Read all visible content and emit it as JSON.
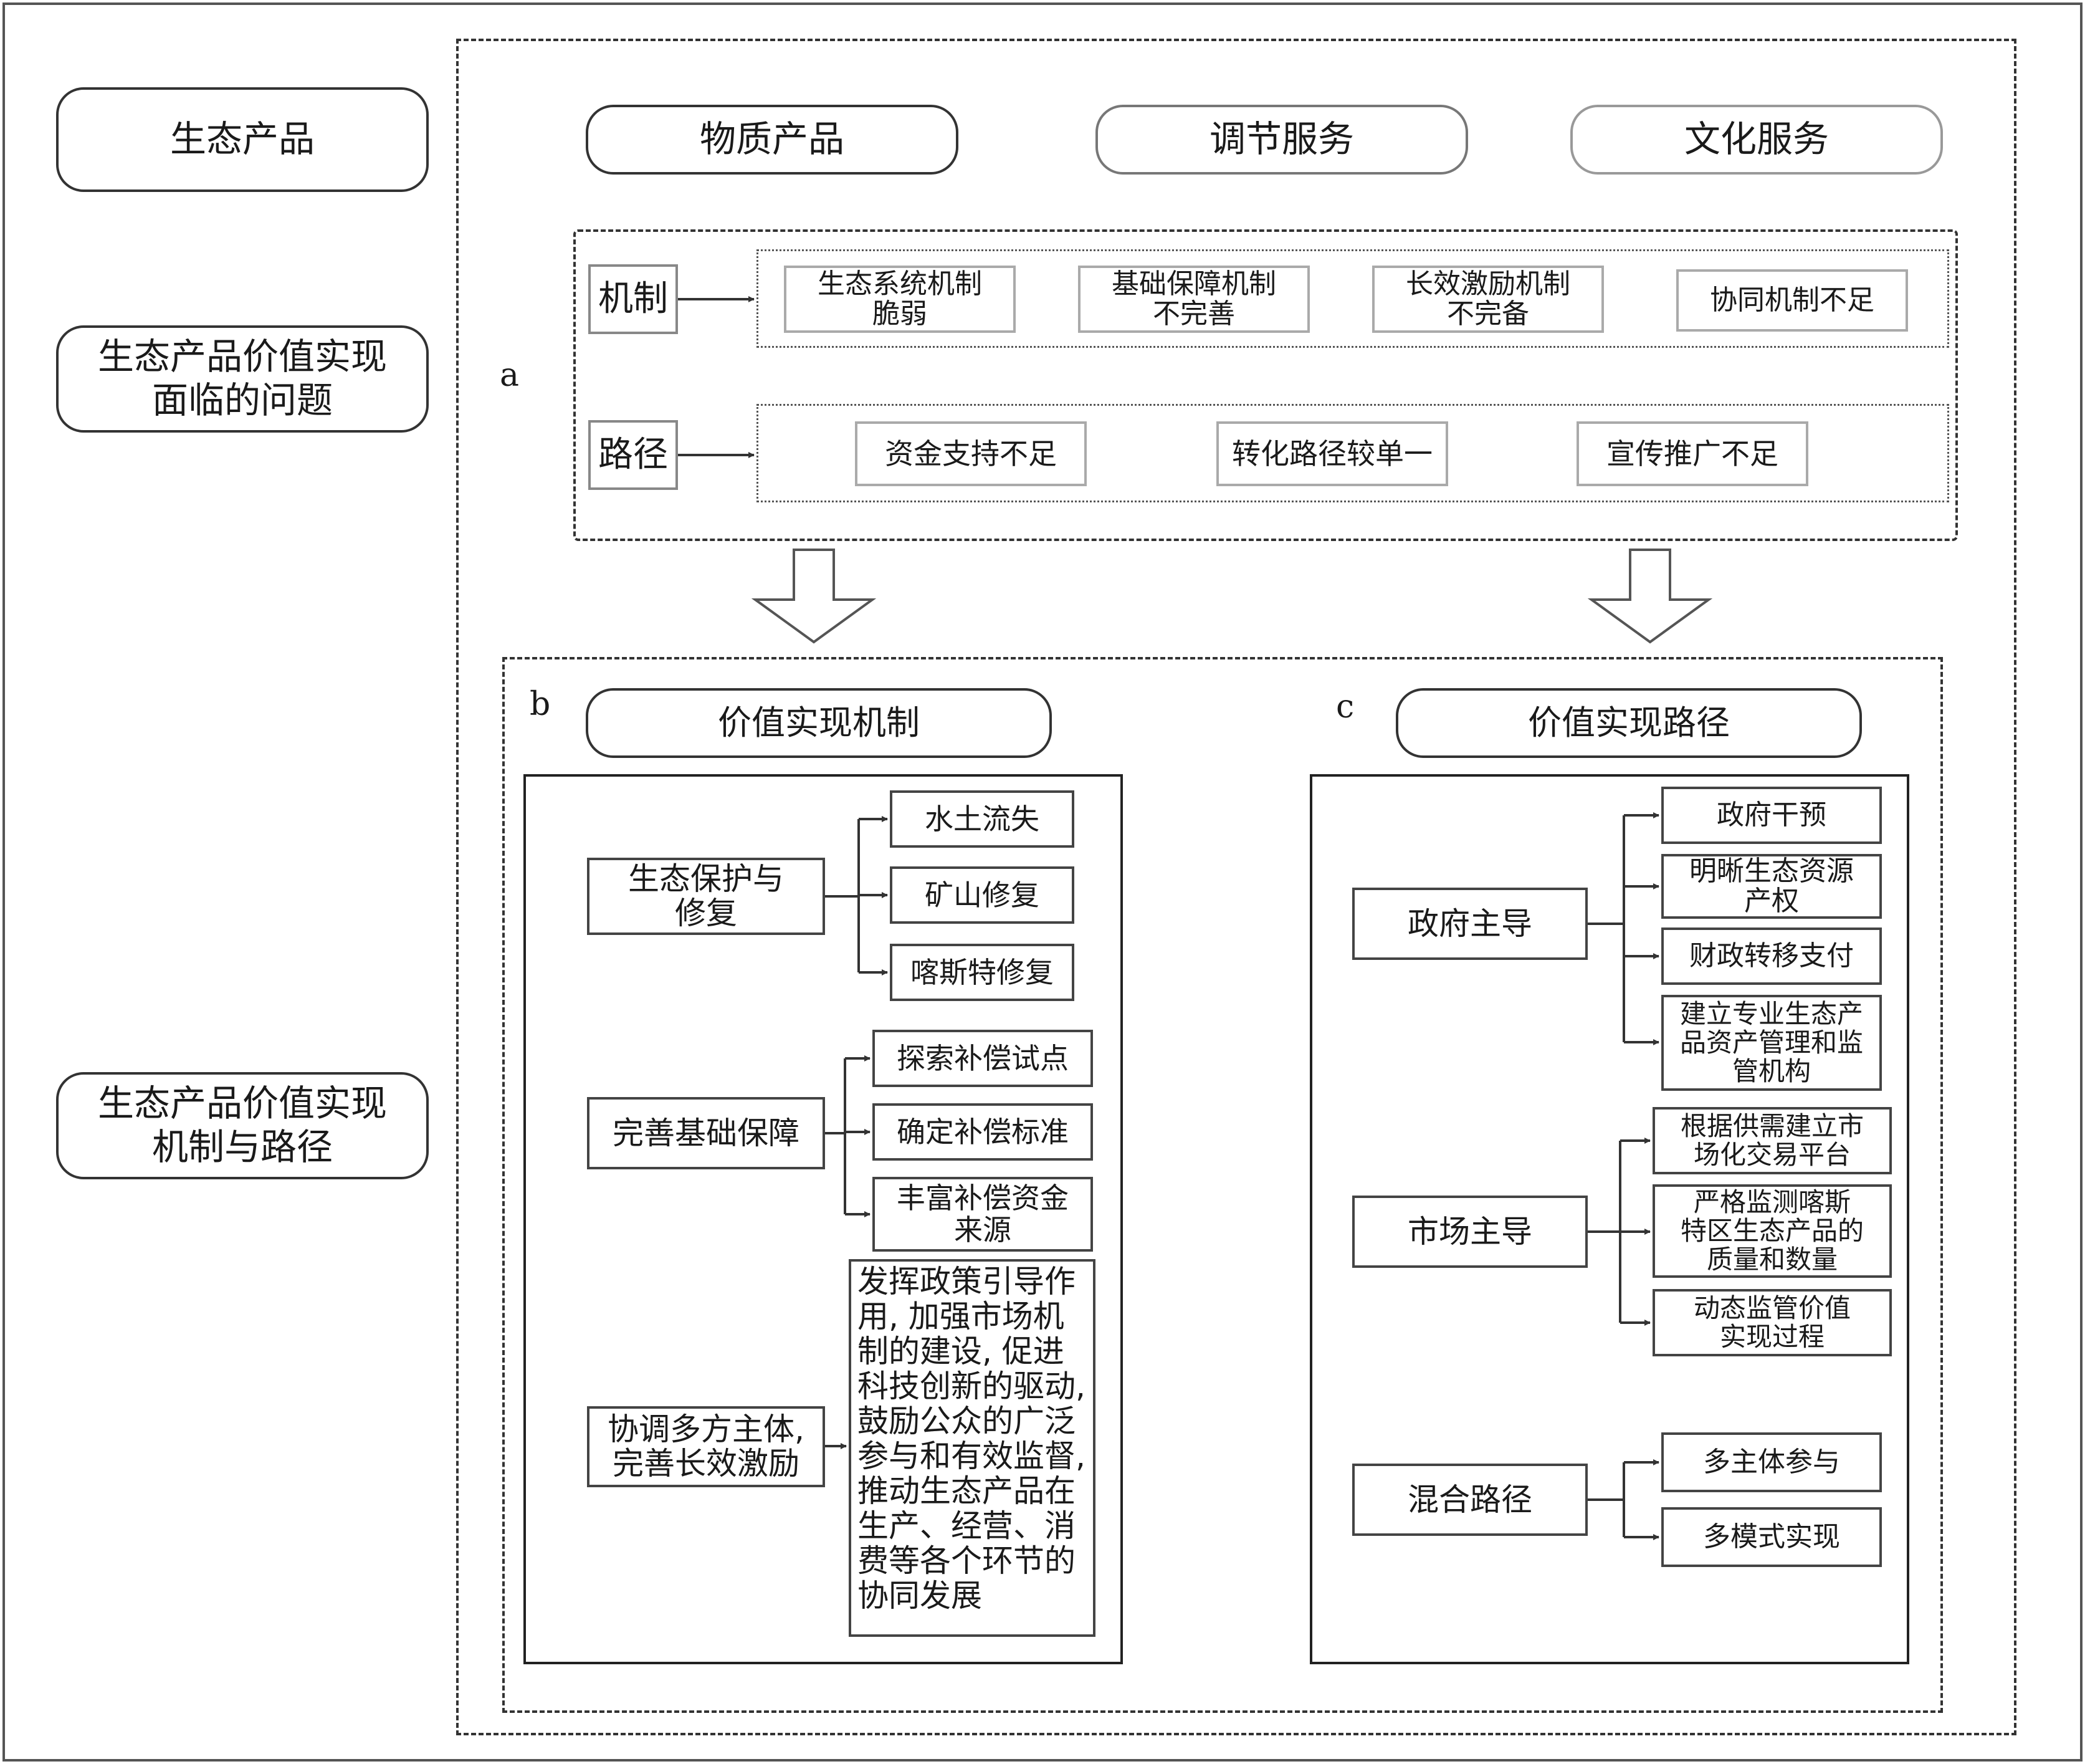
{
  "left_labels": {
    "eco_product": "生态产品",
    "problems": "生态产品价值实现\n面临的问题",
    "mechanism_path": "生态产品价值实现\n机制与路径"
  },
  "categories": [
    "物质产品",
    "调节服务",
    "文化服务"
  ],
  "section_a": {
    "letter": "a",
    "mechanism_label": "机制",
    "mechanism_items": [
      "生态系统机制\n脆弱",
      "基础保障机制\n不完善",
      "长效激励机制\n不完备",
      "协同机制不足"
    ],
    "path_label": "路径",
    "path_items": [
      "资金支持不足",
      "转化路径较单一",
      "宣传推广不足"
    ]
  },
  "section_b": {
    "letter": "b",
    "title": "价值实现机制",
    "groups": [
      {
        "label": "生态保护与\n修复",
        "items": [
          "水土流失",
          "矿山修复",
          "喀斯特修复"
        ]
      },
      {
        "label": "完善基础保障",
        "items": [
          "探索补偿试点",
          "确定补偿标准",
          "丰富补偿资金\n来源"
        ]
      },
      {
        "label": "协调多方主体,\n完善长效激励",
        "text": "发挥政策引导作\n用, 加强市场机\n制的建设, 促进\n科技创新的驱动,\n鼓励公众的广泛\n参与和有效监督,\n推动生态产品在\n生产、经营、消\n费等各个环节的\n协同发展"
      }
    ]
  },
  "section_c": {
    "letter": "c",
    "title": "价值实现路径",
    "groups": [
      {
        "label": "政府主导",
        "items": [
          "政府干预",
          "明晰生态资源\n产权",
          "财政转移支付",
          "建立专业生态产\n品资产管理和监\n管机构"
        ]
      },
      {
        "label": "市场主导",
        "items": [
          "根据供需建立市\n场化交易平台",
          "严格监测喀斯\n特区生态产品的\n质量和数量",
          "动态监管价值\n实现过程"
        ]
      },
      {
        "label": "混合路径",
        "items": [
          "多主体参与",
          "多模式实现"
        ]
      }
    ]
  }
}
